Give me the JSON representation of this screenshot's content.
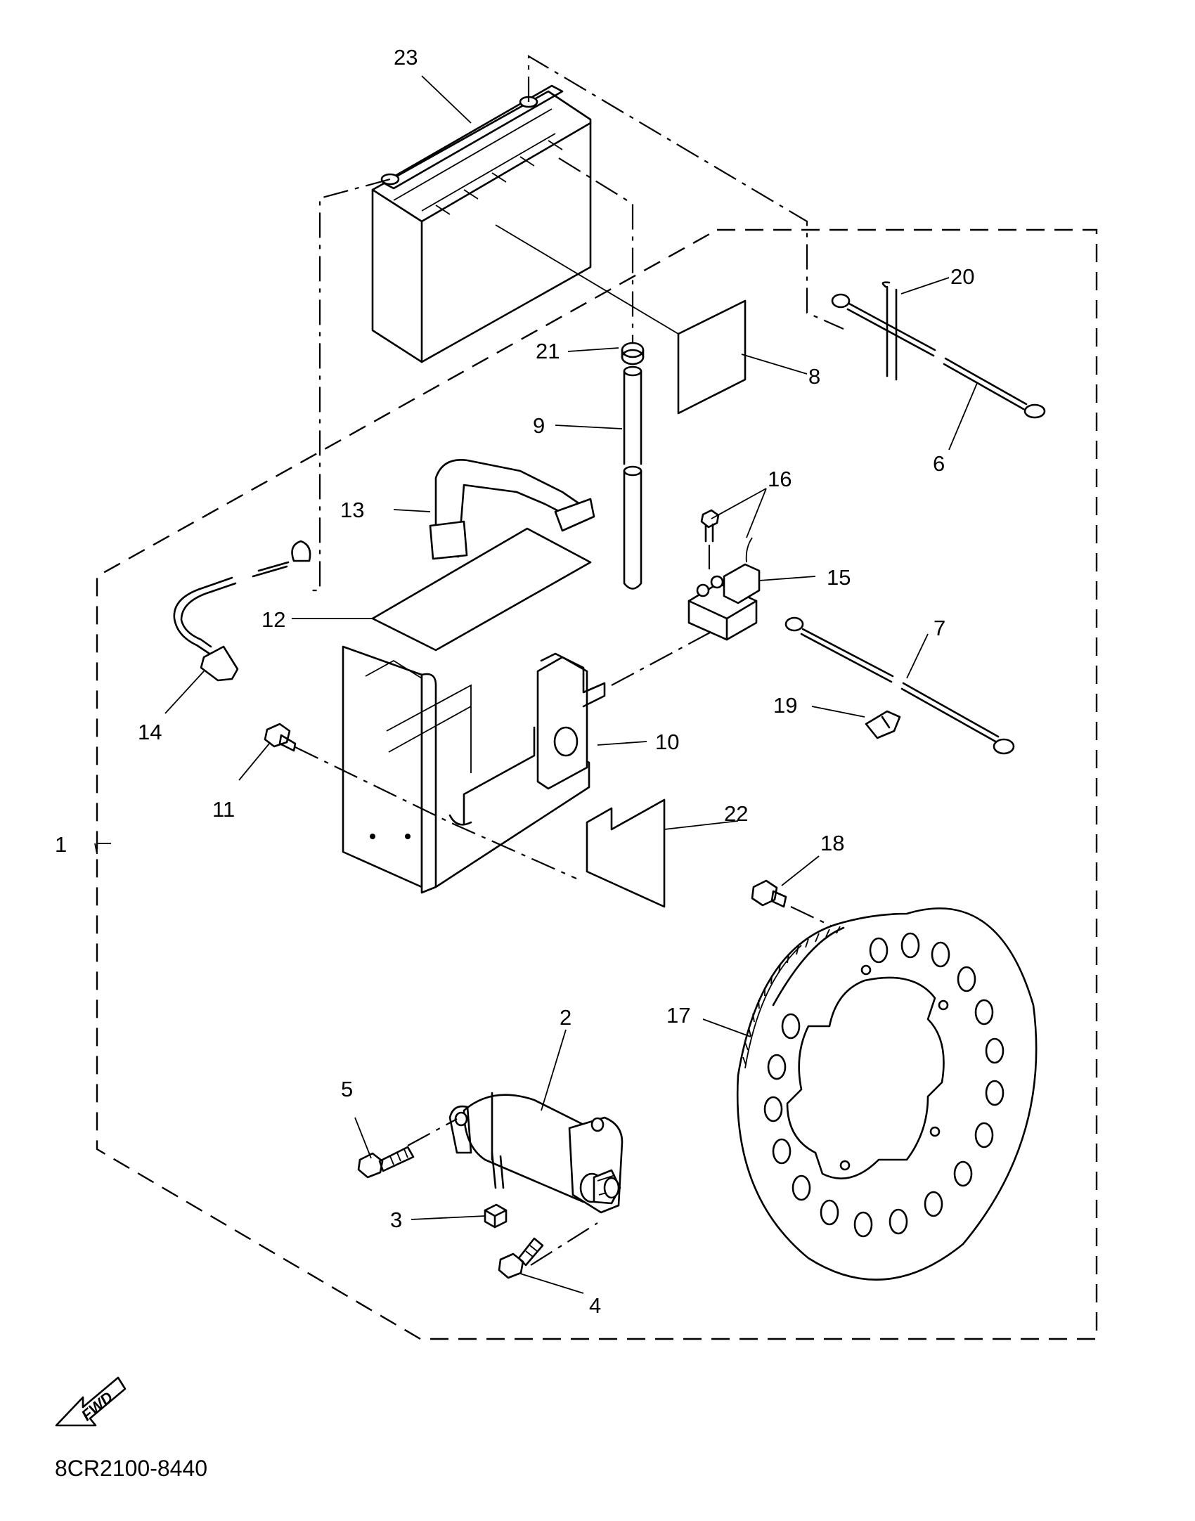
{
  "diagram": {
    "callouts": {
      "c1": "1",
      "c2": "2",
      "c3": "3",
      "c4": "4",
      "c5": "5",
      "c6": "6",
      "c7": "7",
      "c8": "8",
      "c9": "9",
      "c10": "10",
      "c11": "11",
      "c12": "12",
      "c13": "13",
      "c14": "14",
      "c15": "15",
      "c16": "16",
      "c17": "17",
      "c18": "18",
      "c19": "19",
      "c20": "20",
      "c21": "21",
      "c22": "22",
      "c23": "23"
    },
    "fwd_label": "FWD",
    "drawing_code": "8CR2100-8440"
  }
}
